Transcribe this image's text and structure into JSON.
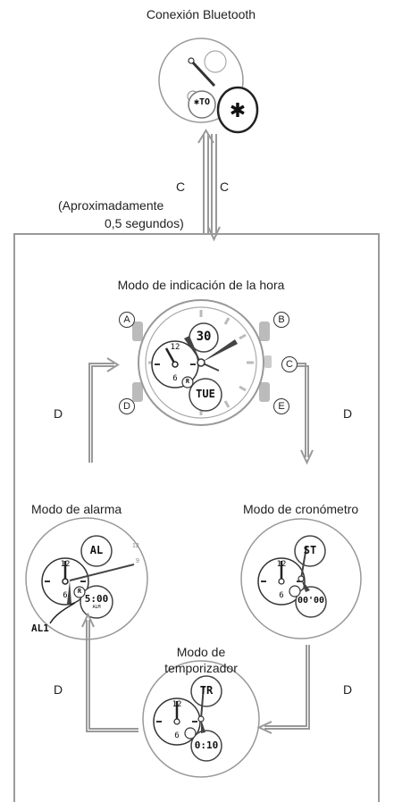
{
  "labels": {
    "bluetooth": "Conexión Bluetooth",
    "timekeeping": "Modo de indicación de la hora",
    "alarm": "Modo de alarma",
    "stopwatch": "Modo de cronómetro",
    "timer_line1": "Modo de",
    "timer_line2": "temporizador",
    "press_note_line1": "(Aproximadamente",
    "press_note_line2": "0,5 segundos)"
  },
  "buttons": {
    "a": "A",
    "b": "B",
    "c": "C",
    "d": "D",
    "e": "E"
  },
  "arrow_labels": {
    "c_left": "C",
    "c_right": "C",
    "d_top_left": "D",
    "d_top_right": "D",
    "d_bottom_left": "D",
    "d_bottom_right": "D"
  },
  "displays": {
    "bt_digital": "✱TO",
    "time_day": "30",
    "time_dow": "TUE",
    "time_dial_12": "12",
    "time_dial_6": "6",
    "alarm_mode": "AL",
    "alarm_time": "5:00",
    "alarm_sub": "ALM",
    "alarm_pointer": "AL1",
    "stopwatch_mode": "ST",
    "stopwatch_time": "00'00",
    "timer_mode": "TR",
    "timer_time": "0:10",
    "r_marker": "R"
  }
}
